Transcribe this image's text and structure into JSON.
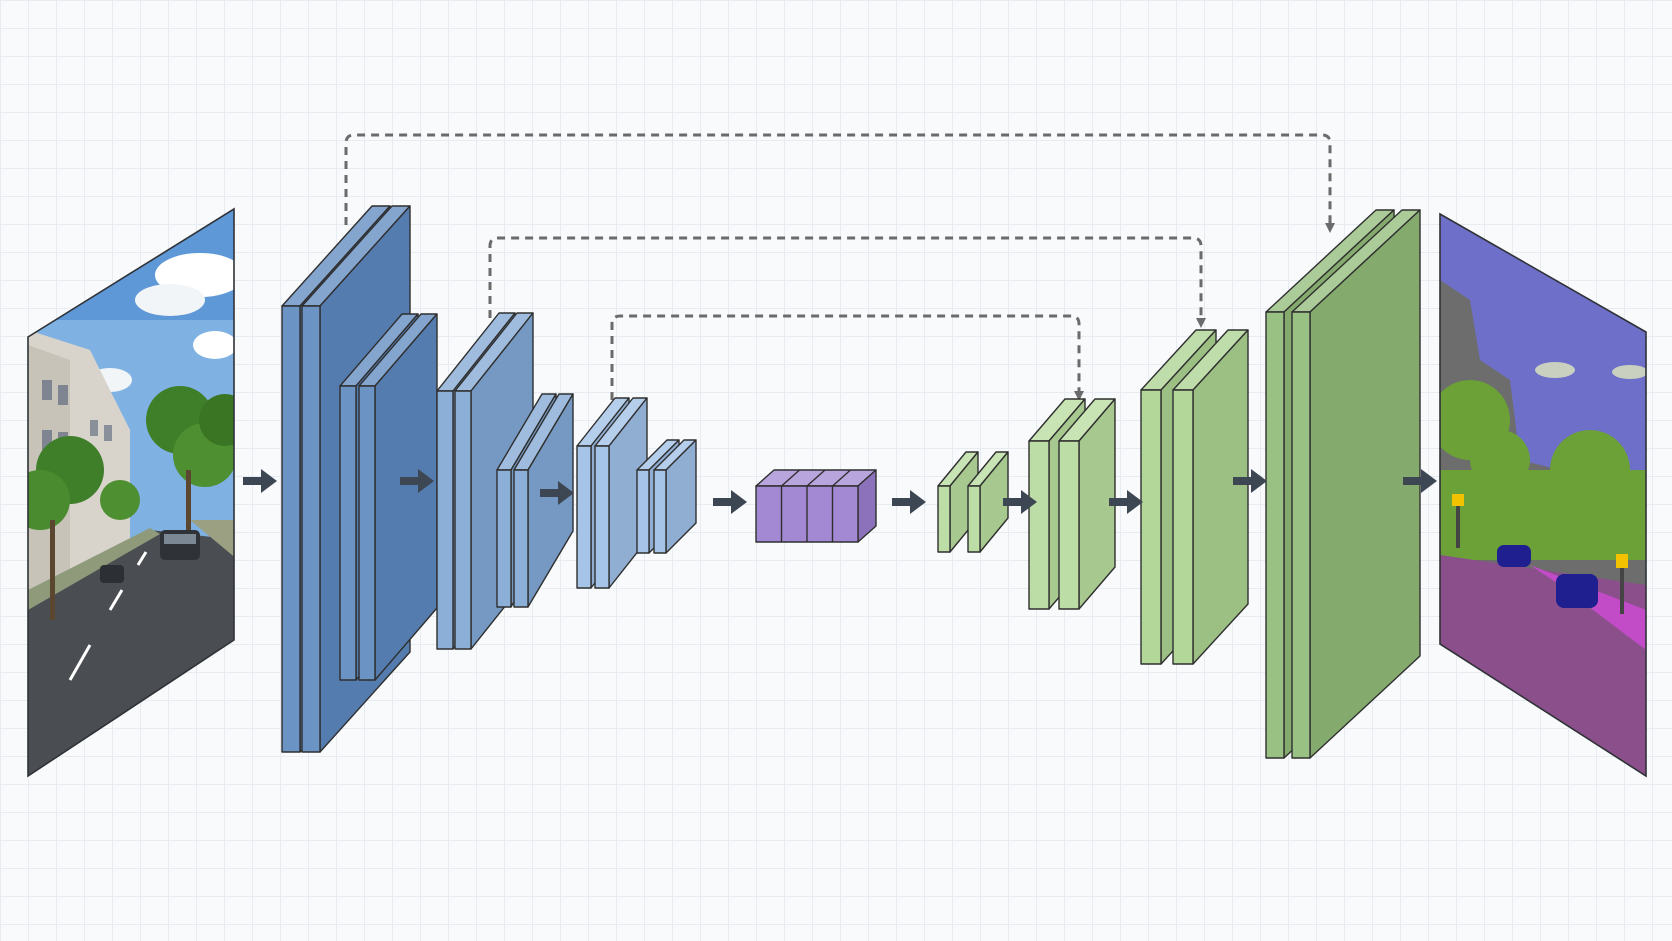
{
  "diagram": {
    "kind": "encoder-decoder segmentation network (U-Net style)",
    "input_image": {
      "icon": "street-scene-photo",
      "label": ""
    },
    "output_image": {
      "icon": "segmentation-map",
      "label": ""
    },
    "colors": {
      "encoder_stage_1": "#5b87bd",
      "encoder_stage_2": "#7fa6d3",
      "encoder_stage_3": "#9cbde4",
      "bottleneck": "#9b7fd0",
      "decoder_stage_1": "#b5d99b",
      "decoder_stage_2": "#aad18e",
      "decoder_stage_3": "#8fba76",
      "arrow": "#3d4753",
      "skip_connection": "#6b6b6b",
      "seg_sky": "#6e6fc9",
      "seg_building": "#6d6d6d",
      "seg_vegetation": "#6ba136",
      "seg_road": "#8b4f8b",
      "seg_sidewalk": "#c24cc7",
      "seg_car": "#1f1f8f",
      "seg_sign": "#f2c200"
    },
    "stages": [
      {
        "id": "enc1",
        "role": "encoder",
        "feature_maps": 4
      },
      {
        "id": "enc2",
        "role": "encoder",
        "feature_maps": 4
      },
      {
        "id": "enc3",
        "role": "encoder",
        "feature_maps": 4
      },
      {
        "id": "bottleneck",
        "role": "bottleneck",
        "feature_maps": 4
      },
      {
        "id": "dec1",
        "role": "decoder",
        "feature_maps": 4
      },
      {
        "id": "dec2",
        "role": "decoder",
        "feature_maps": 2
      },
      {
        "id": "dec3",
        "role": "decoder",
        "feature_maps": 2
      }
    ],
    "skip_connections": [
      {
        "from": "enc1",
        "to": "dec3"
      },
      {
        "from": "enc2",
        "to": "dec2"
      },
      {
        "from": "enc3",
        "to": "dec1"
      }
    ],
    "forward_arrows": 9
  }
}
